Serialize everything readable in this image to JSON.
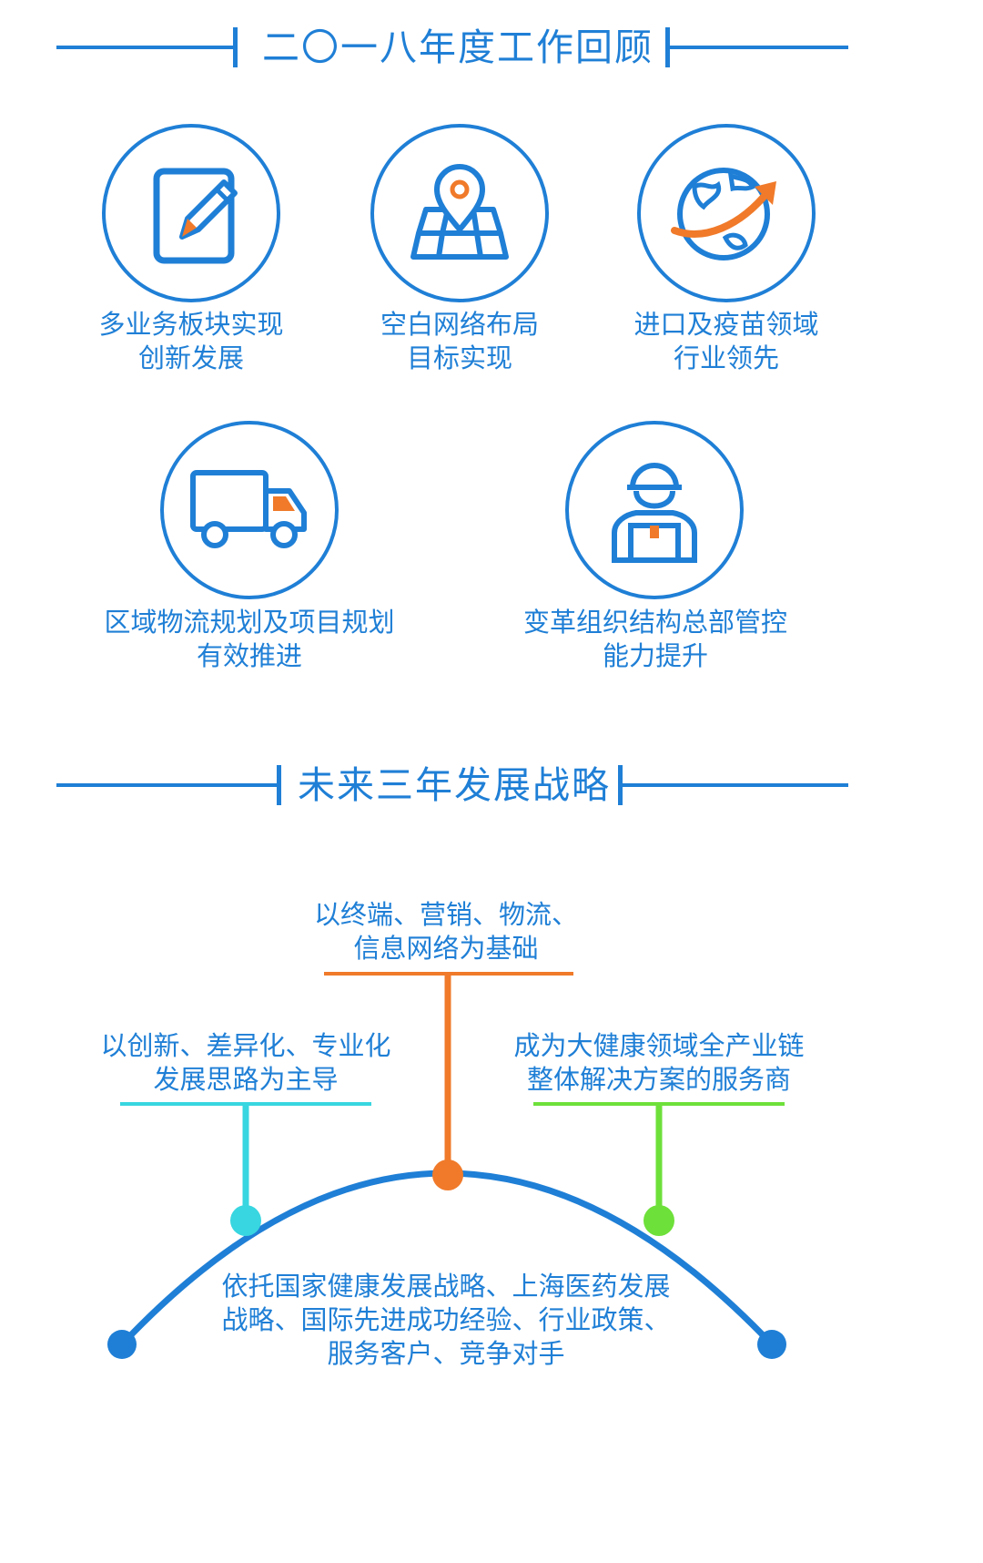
{
  "section1": {
    "title": "二〇一八年度工作回顾",
    "items": [
      {
        "icon": "edit-document-icon",
        "line1": "多业务板块实现",
        "line2": "创新发展"
      },
      {
        "icon": "map-location-icon",
        "line1": "空白网络布局",
        "line2": "目标实现"
      },
      {
        "icon": "globe-growth-icon",
        "line1": "进口及疫苗领域",
        "line2": "行业领先"
      },
      {
        "icon": "delivery-truck-icon",
        "line1": "区域物流规划及项目规划",
        "line2": "有效推进"
      },
      {
        "icon": "courier-worker-icon",
        "line1": "变革组织结构总部管控",
        "line2": "能力提升"
      }
    ]
  },
  "section2": {
    "title": "未来三年发展战略",
    "branches": [
      {
        "line1": "以创新、差异化、专业化",
        "line2": "发展思路为主导",
        "color": "#38d6e0"
      },
      {
        "line1": "以终端、营销、物流、",
        "line2": "信息网络为基础",
        "color": "#f07a2a"
      },
      {
        "line1": "成为大健康领域全产业链",
        "line2": "整体解决方案的服务商",
        "color": "#6ee03a"
      }
    ],
    "foundation": {
      "line1": "依托国家健康发展战略、上海医药发展",
      "line2": "战略、国际先进成功经验、行业政策、",
      "line3": "服务客户、竞争对手"
    }
  },
  "colors": {
    "primary": "#1f7fd6",
    "accent": "#f07a2a"
  }
}
